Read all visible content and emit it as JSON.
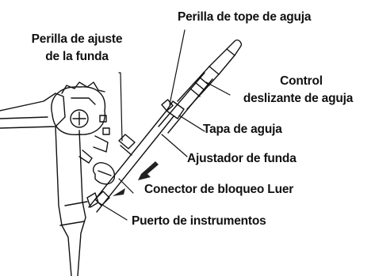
{
  "labels": {
    "needle_stop_knob": "Perilla de tope de aguja",
    "sheath_adjust_knob_line1": "Perilla de ajuste",
    "sheath_adjust_knob_line2": "de la funda",
    "needle_slider_line1": "Control",
    "needle_slider_line2": "deslizante de aguja",
    "needle_cap": "Tapa de aguja",
    "sheath_adjuster": "Ajustador de funda",
    "luer_lock_connector": "Conector de bloqueo Luer",
    "instrument_port": "Puerto de instrumentos"
  },
  "colors": {
    "ink": "#111111",
    "paper": "#ffffff",
    "shade": "#222222"
  }
}
